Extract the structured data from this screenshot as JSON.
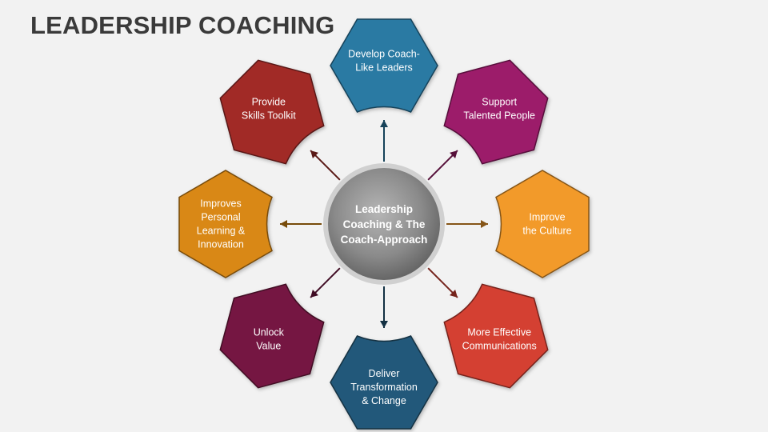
{
  "title": "LEADERSHIP COACHING",
  "center": {
    "lines": [
      "Leadership",
      "Coaching & The",
      "Coach-Approach"
    ]
  },
  "nodes": [
    {
      "id": "develop-coach-like-leaders",
      "lines": [
        "Develop Coach-",
        "Like Leaders"
      ],
      "color": "#2a7aa3"
    },
    {
      "id": "support-talented-people",
      "lines": [
        "Support",
        "Talented People"
      ],
      "color": "#9c1d6a"
    },
    {
      "id": "improve-the-culture",
      "lines": [
        "Improve",
        "the Culture"
      ],
      "color": "#f29a2c"
    },
    {
      "id": "more-effective-communications",
      "lines": [
        "More Effective",
        "Communications"
      ],
      "color": "#d44132"
    },
    {
      "id": "deliver-transformation-and-change",
      "lines": [
        "Deliver",
        "Transformation",
        "& Change"
      ],
      "color": "#23597a"
    },
    {
      "id": "unlock-value",
      "lines": [
        "Unlock",
        "Value"
      ],
      "color": "#741542"
    },
    {
      "id": "improves-personal-learning-and-innovation",
      "lines": [
        "Improves",
        "Personal",
        "Learning &",
        "Innovation"
      ],
      "color": "#d98812"
    },
    {
      "id": "provide-skills-toolkit",
      "lines": [
        "Provide",
        "Skills Toolkit"
      ],
      "color": "#a12b27"
    }
  ]
}
